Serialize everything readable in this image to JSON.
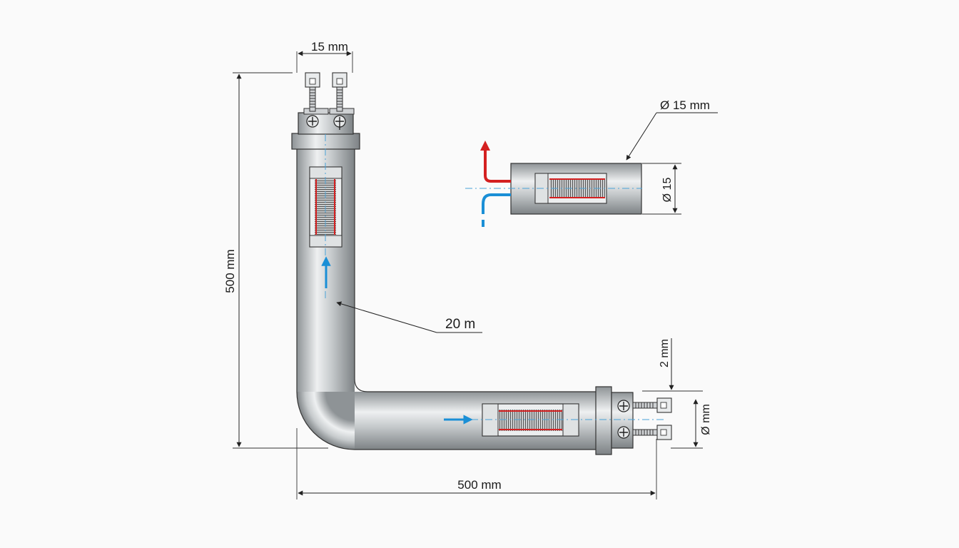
{
  "labels": {
    "top_width": "15 mm",
    "height": "500 mm",
    "wall": "20 m",
    "bottom_length": "500 mm",
    "detail_leader": "Ø 15 mm",
    "detail_side": "Ø 15",
    "right_top": "2 mm",
    "right_side": "Ø mm"
  },
  "colors": {
    "hot": "#d42020",
    "cold": "#1a8fd6",
    "centerline": "#4aa3d8",
    "metal": "#bfc3c6",
    "line": "#222222"
  },
  "icons": [
    "screw-terminal-icon",
    "flow-arrow-icon",
    "heating-coil-icon"
  ]
}
